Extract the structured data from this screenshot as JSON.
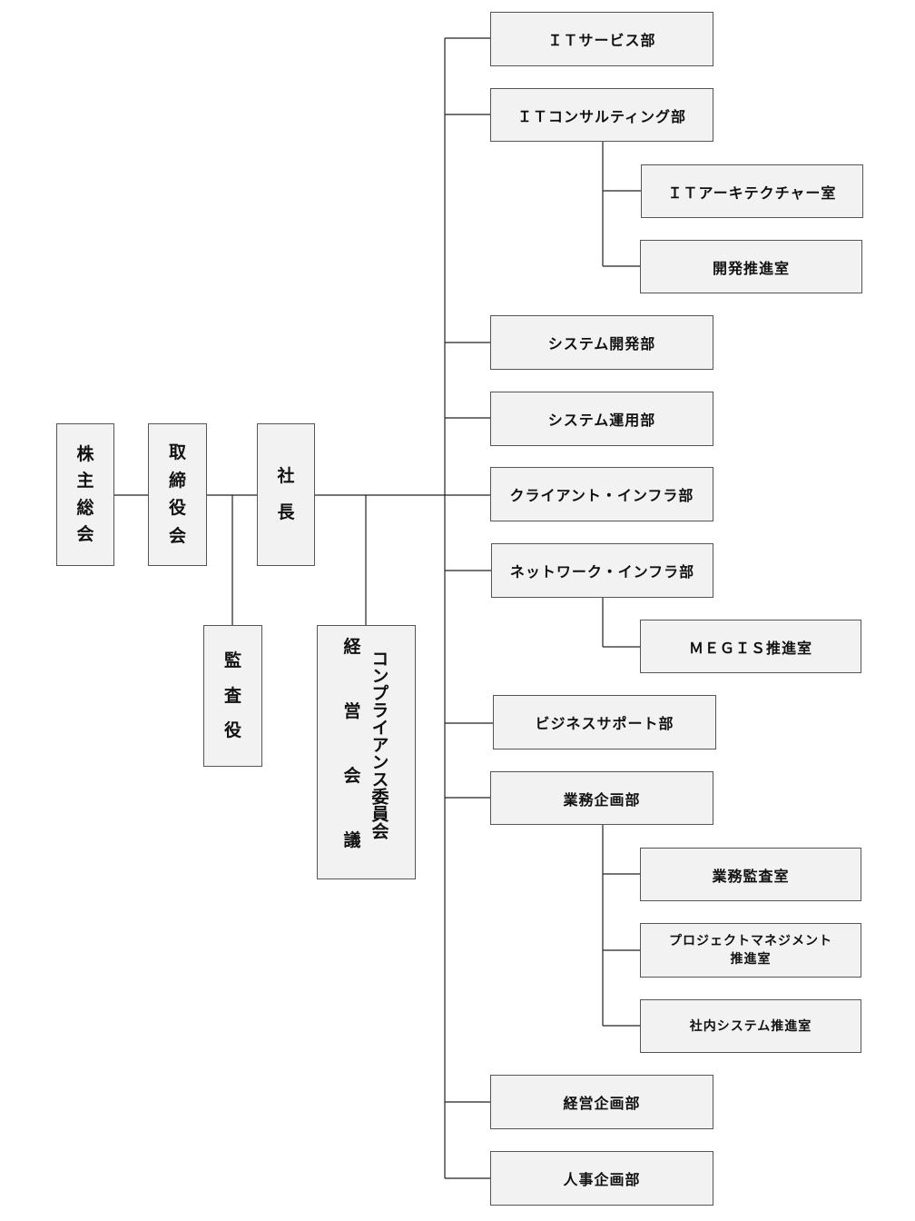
{
  "org": {
    "shareholders": "株主総会",
    "board": "取締役会",
    "president": "社長",
    "auditor": "監査役",
    "mgmt_meeting": "経営会議",
    "compliance": "コンプライアンス委員会"
  },
  "departments": {
    "it_service": "ＩＴサービス部",
    "it_consulting": "ＩＴコンサルティング部",
    "it_architecture": "ＩＴアーキテクチャー室",
    "dev_promotion": "開発推進室",
    "system_dev": "システム開発部",
    "system_ops": "システム運用部",
    "client_infra": "クライアント・インフラ部",
    "network_infra": "ネットワーク・インフラ部",
    "megis": "ＭＥＧＩＳ推進室",
    "business_support": "ビジネスサポート部",
    "business_planning": "業務企画部",
    "business_audit": "業務監査室",
    "project_mgmt": "プロジェクトマネジメント\n推進室",
    "internal_system": "社内システム推進室",
    "corporate_planning": "経営企画部",
    "hr_planning": "人事企画部"
  }
}
